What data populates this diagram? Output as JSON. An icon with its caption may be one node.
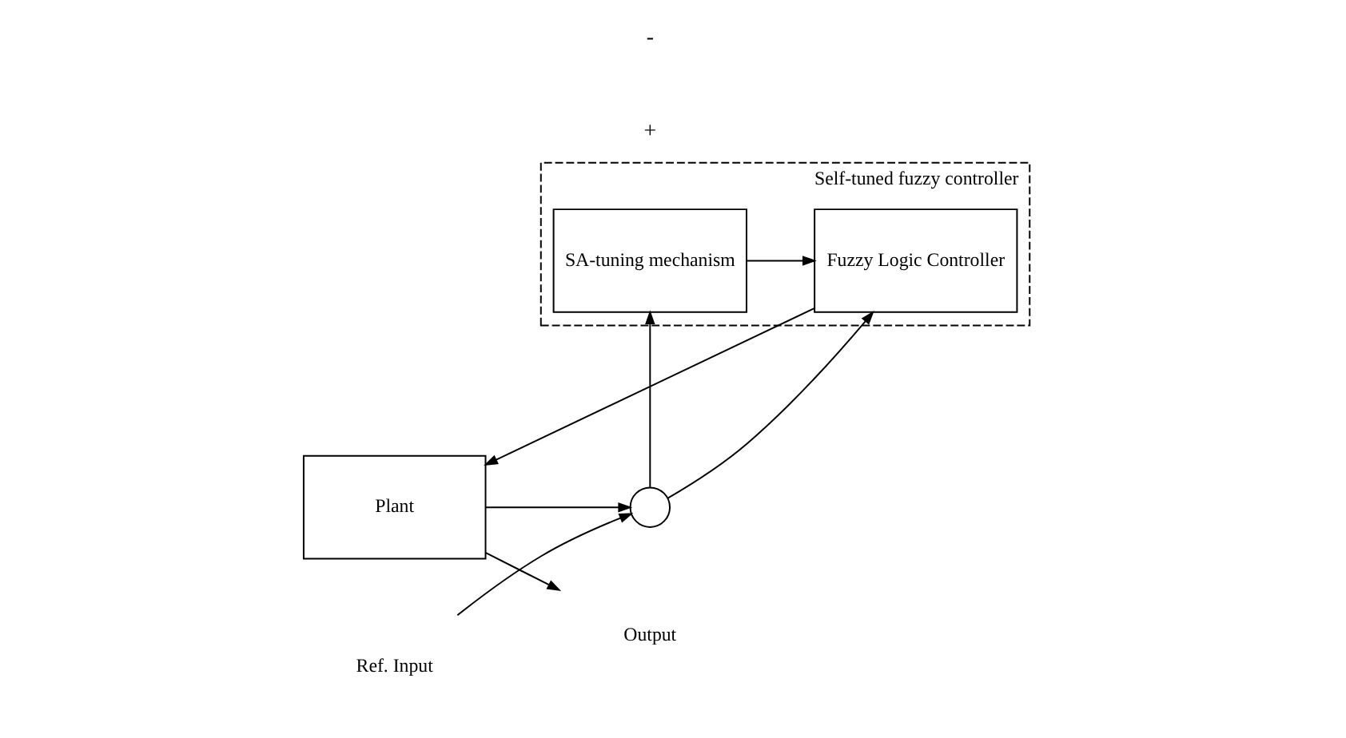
{
  "diagram": {
    "nodes": [
      {
        "text": [
          "Self-tuned fuzzy controller"
        ]
      },
      {
        "text": [
          "SA-tuning mechanism"
        ],
        "in": 0
      },
      {
        "text": [
          "Fuzzy Logic Controller"
        ],
        "in": 0
      },
      {
        "text": [
          "Plant"
        ]
      },
      {
        "text": [],
        "shape": "circle"
      },
      {
        "text": [
          "Ref. Input"
        ]
      },
      {
        "text": [
          "Output"
        ]
      }
    ],
    "edges": [
      {
        "from": 5,
        "to": 4,
        "arrow": "to"
      },
      {
        "from": 4,
        "to": 1,
        "arrow": "to"
      },
      {
        "from": 4,
        "to": 2,
        "arrow": "to"
      },
      {
        "from": 1,
        "to": 2,
        "arrow": "to"
      },
      {
        "from": 2,
        "to": 3,
        "arrow": "to"
      },
      {
        "from": 3,
        "to": 6,
        "arrow": "to"
      },
      {
        "from": 3,
        "to": 4,
        "arrow": "to"
      }
    ],
    "labels": [
      "+",
      "-"
    ]
  }
}
